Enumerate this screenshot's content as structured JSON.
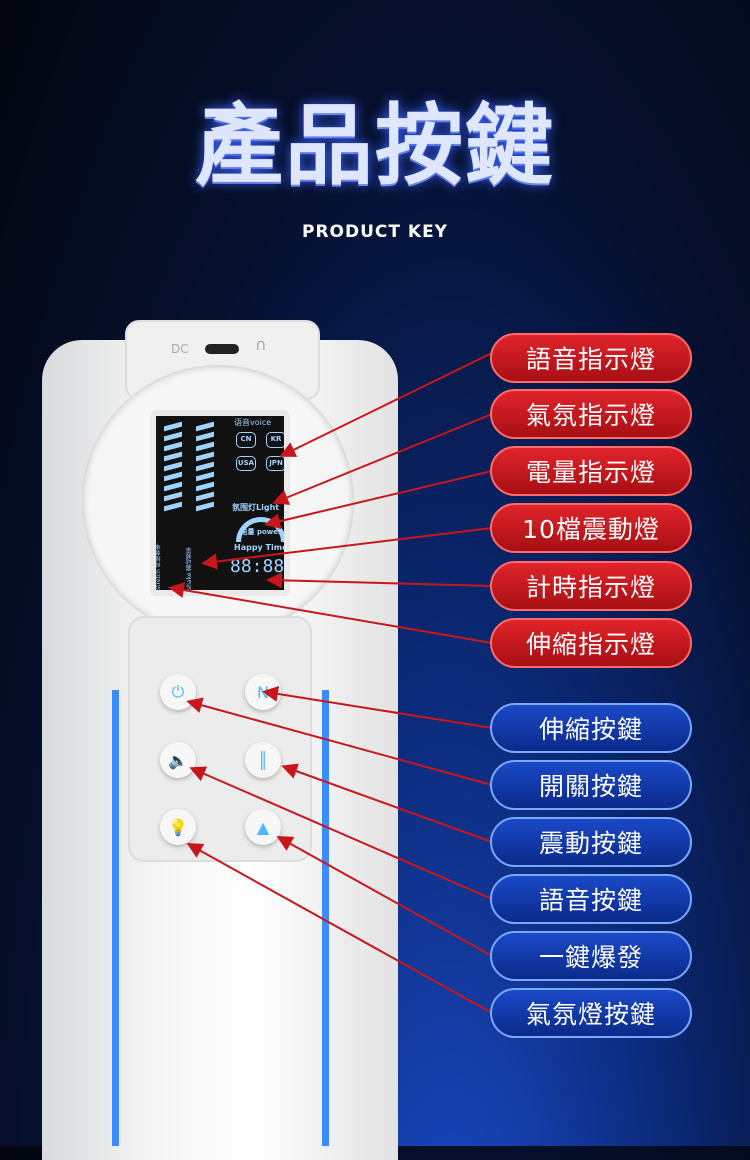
{
  "header": {
    "title": "產品按鍵",
    "subtitle": "PRODUCT KEY"
  },
  "device": {
    "port_label": "DC",
    "lcd": {
      "voice": "语音voice",
      "lang": [
        "CN",
        "KR",
        "USA",
        "JPN"
      ],
      "light": "氛围灯Light",
      "power": "电量 power",
      "timer_label": "Happy Time",
      "timer": "88:88",
      "stretch": "stretch 伸缩频率",
      "shake": "shake 震动频率"
    }
  },
  "indicator_labels": [
    "語音指示燈",
    "氣氛指示燈",
    "電量指示燈",
    "10檔震動燈",
    "計時指示燈",
    "伸縮指示燈"
  ],
  "button_labels": [
    "伸縮按鍵",
    "開關按鍵",
    "震動按鍵",
    "語音按鍵",
    "一鍵爆發",
    "氣氛燈按鍵"
  ],
  "colors": {
    "red": "#c8161c",
    "blue": "#1a3fb0",
    "accent": "#3a8cff"
  }
}
